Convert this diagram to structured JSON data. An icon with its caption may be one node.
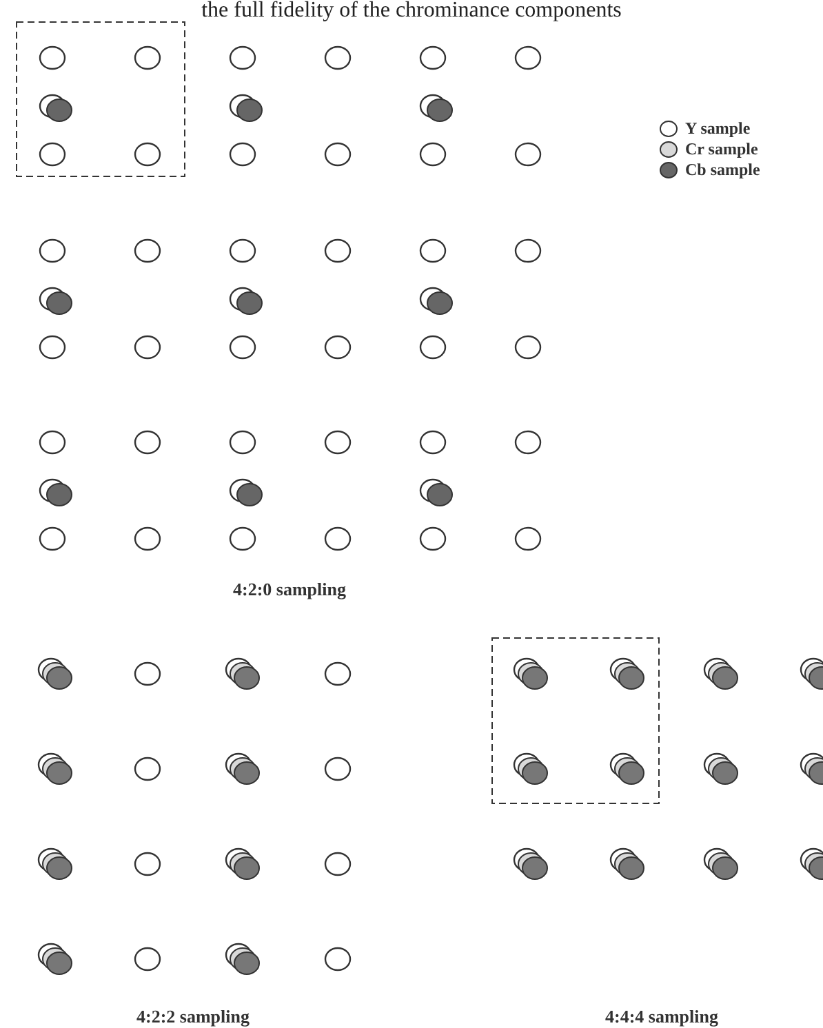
{
  "diagram": {
    "labels": [
      "the full fidelity of the chrominance components",
      "4:2:0 sampling",
      "4:2:2 sampling",
      "4:4:4 sampling"
    ],
    "legend": [
      {
        "text": "Y sample"
      },
      {
        "text": "Cr sample",
        "color": "#d9d9d9"
      },
      {
        "text": "Cb sample",
        "color": "#666666"
      }
    ]
  }
}
